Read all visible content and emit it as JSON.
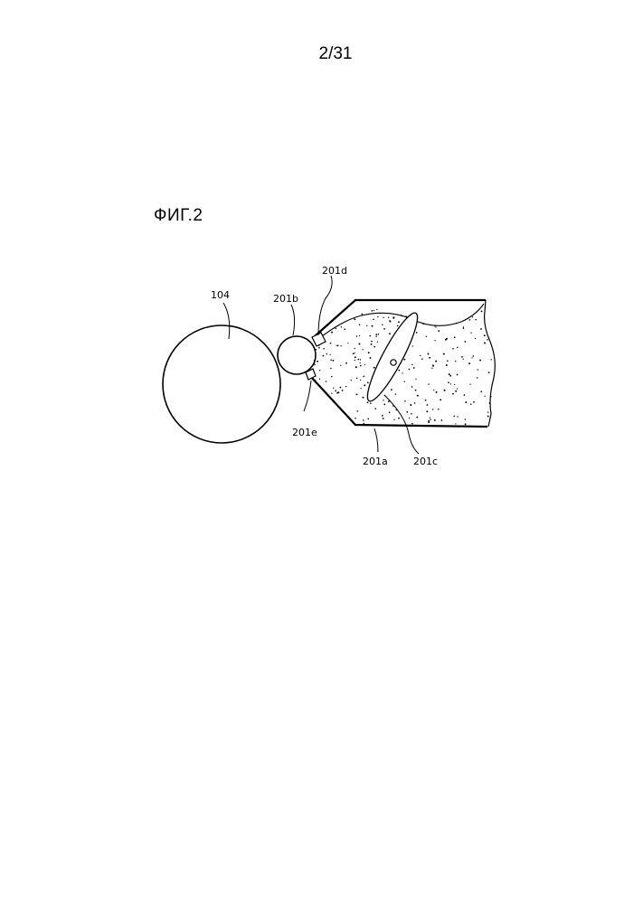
{
  "page_number": "2/31",
  "figure_title": "ФИГ.2",
  "labels": {
    "drum": "104",
    "roller": "201b",
    "blade_top": "201d",
    "blade_bottom": "201e",
    "container": "201a",
    "agitator": "201c"
  },
  "colors": {
    "ink": "#000000",
    "paper": "#ffffff"
  }
}
